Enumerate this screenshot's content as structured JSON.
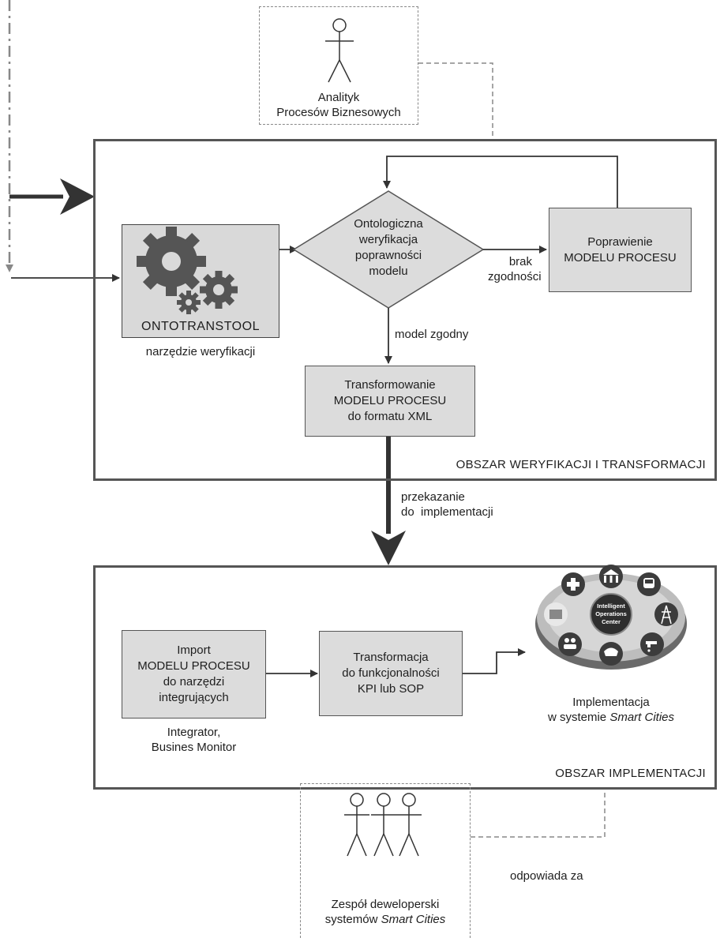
{
  "actors": {
    "analyst": {
      "line1": "Analityk",
      "line2": "Procesów Biznesowych"
    },
    "dev_team": {
      "line1": "Zespół deweloperski",
      "line2_prefix": "systemów ",
      "line2_em": "Smart Cities"
    }
  },
  "verification_area": {
    "title": "OBSZAR WERYFIKACJI I TRANSFORMACJI",
    "tool": {
      "name": "ONTOTRANSTOOL",
      "caption": "narzędzie weryfikacji",
      "icon": "gears-icon"
    },
    "decision": {
      "lines": [
        "Ontologiczna",
        "weryfikacja",
        "poprawności",
        "modelu"
      ]
    },
    "fix_box": {
      "line1": "Poprawienie",
      "line2": "MODELU PROCESU"
    },
    "mismatch_label": {
      "line1": "brak",
      "line2": "zgodności"
    },
    "match_label": "model zgodny",
    "transform_box": {
      "line1": "Transformowanie",
      "line2": "MODELU PROCESU",
      "line3": "do formatu XML"
    }
  },
  "handover_label": {
    "line1": "przekazanie",
    "line2": "do  implementacji"
  },
  "implementation_area": {
    "title": "OBSZAR IMPLEMENTACJI",
    "import_box": {
      "lines": [
        "Import",
        "MODELU PROCESU",
        "do narzędzi",
        "integrujących"
      ]
    },
    "import_caption": {
      "line1": "Integrator,",
      "line2": "Busines Monitor"
    },
    "transform_box": {
      "lines": [
        "Transformacja",
        "do funkcjonalności",
        "KPI lub SOP"
      ]
    },
    "ioc": {
      "center_lines": [
        "Intelligent",
        "Operations",
        "Center"
      ]
    },
    "impl_caption": {
      "line1": "Implementacja",
      "line2_prefix": "w systemie ",
      "line2_em": "Smart Cities"
    }
  },
  "responsible_label": "odpowiada za",
  "colors": {
    "box_fill": "#dcdcdc",
    "border": "#555555",
    "dashed": "#888888",
    "text": "#1e1e1e"
  }
}
